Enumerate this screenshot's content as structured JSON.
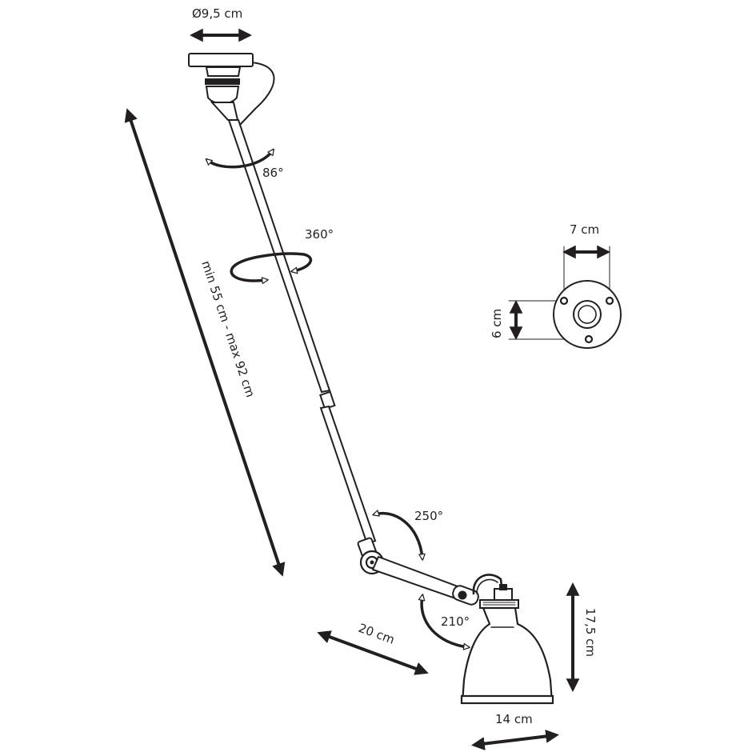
{
  "dimensions": {
    "ceiling_diameter": "Ø9,5 cm",
    "arm_length": "min 55 cm - max 92 cm",
    "mount_width": "7 cm",
    "mount_height": "6 cm",
    "second_arm": "20 cm",
    "shade_height": "17,5 cm",
    "shade_diameter": "14 cm"
  },
  "rotations": {
    "top": "86°",
    "axial": "360°",
    "elbow": "250°",
    "head": "210°"
  }
}
